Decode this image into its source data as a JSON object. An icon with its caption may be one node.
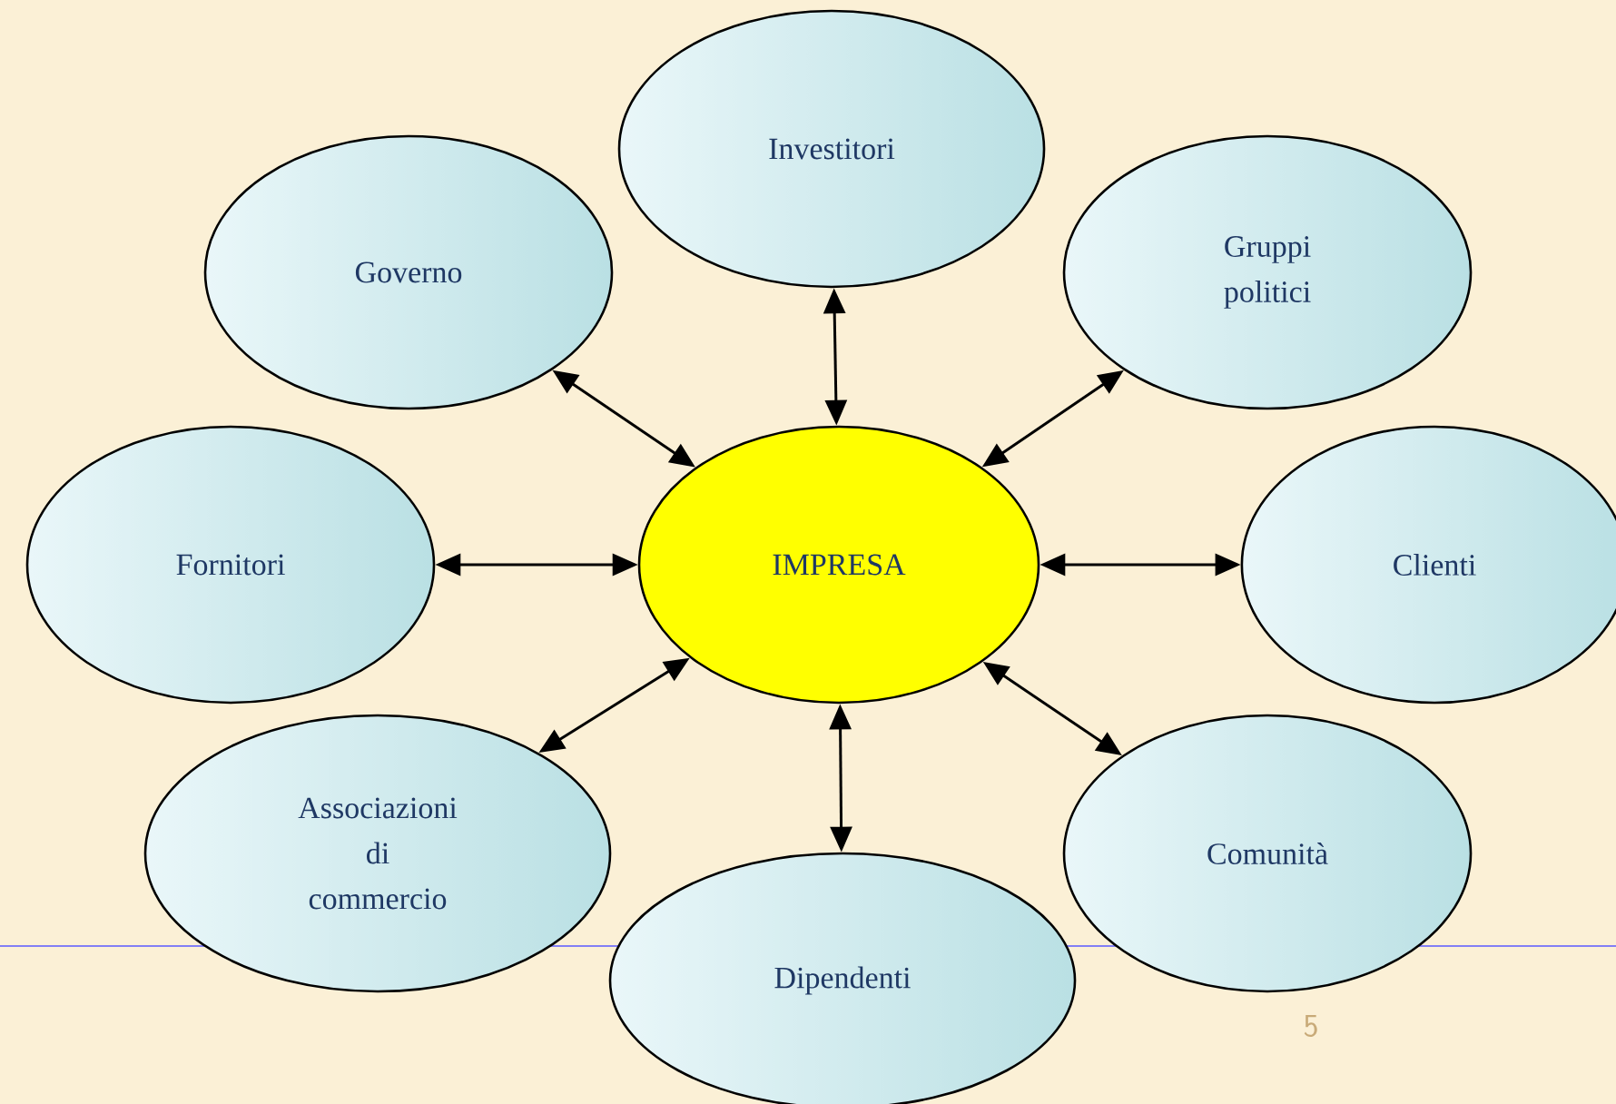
{
  "diagram": {
    "nodes": [
      {
        "text": [
          "Investitori"
        ]
      },
      {
        "text": [
          "Governo"
        ]
      },
      {
        "text": [
          "Gruppi politici"
        ]
      },
      {
        "text": [
          "Fornitori"
        ]
      },
      {
        "text": [
          "IMPRESA"
        ]
      },
      {
        "text": [
          "Clienti"
        ]
      },
      {
        "text": [
          "Associazioni di commercio"
        ]
      },
      {
        "text": [
          "Comunità"
        ]
      },
      {
        "text": [
          "Dipendenti"
        ]
      }
    ],
    "edges": [
      {
        "from": 4,
        "to": 0,
        "arrow": "both"
      },
      {
        "from": 4,
        "to": 1,
        "arrow": "both"
      },
      {
        "from": 4,
        "to": 2,
        "arrow": "both"
      },
      {
        "from": 4,
        "to": 3,
        "arrow": "both"
      },
      {
        "from": 4,
        "to": 5,
        "arrow": "both"
      },
      {
        "from": 4,
        "to": 6,
        "arrow": "both"
      },
      {
        "from": 4,
        "to": 7,
        "arrow": "both"
      },
      {
        "from": 4,
        "to": 8,
        "arrow": "both"
      }
    ],
    "labels": [
      "5"
    ]
  }
}
